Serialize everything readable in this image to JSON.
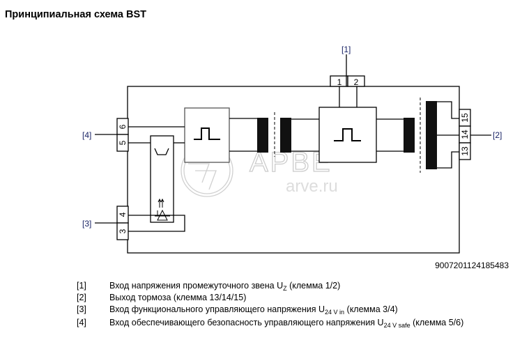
{
  "title": "Принципиальная схема BST",
  "diagram": {
    "callouts": [
      "[1]",
      "[2]",
      "[3]",
      "[4]"
    ],
    "terminals": {
      "t1": "1",
      "t2": "2",
      "t3": "3",
      "t4": "4",
      "t5": "5",
      "t6": "6",
      "t13": "13",
      "t14": "14",
      "t15": "15"
    },
    "figure_id": "9007201124185483",
    "watermark": {
      "text": "АРВЕ",
      "url": "arve.ru"
    },
    "colors": {
      "callout": "#1a2466",
      "line": "#000000",
      "watermark": "#c8c8c8"
    }
  },
  "legend": [
    {
      "num": "[1]",
      "pre": "Вход напряжения промежуточного звена U",
      "sub": "Z",
      "post": " (клемма 1/2)"
    },
    {
      "num": "[2]",
      "pre": "Выход тормоза (клемма 13/14/15)",
      "sub": "",
      "post": ""
    },
    {
      "num": "[3]",
      "pre": "Вход функционального управляющего напряжения U",
      "sub": "24 V in",
      "post": " (клемма 3/4)"
    },
    {
      "num": "[4]",
      "pre": "Вход обеспечивающего безопасность управляющего напряжения U",
      "sub": "24 V safe",
      "post": "  (клемма 5/6)"
    }
  ]
}
